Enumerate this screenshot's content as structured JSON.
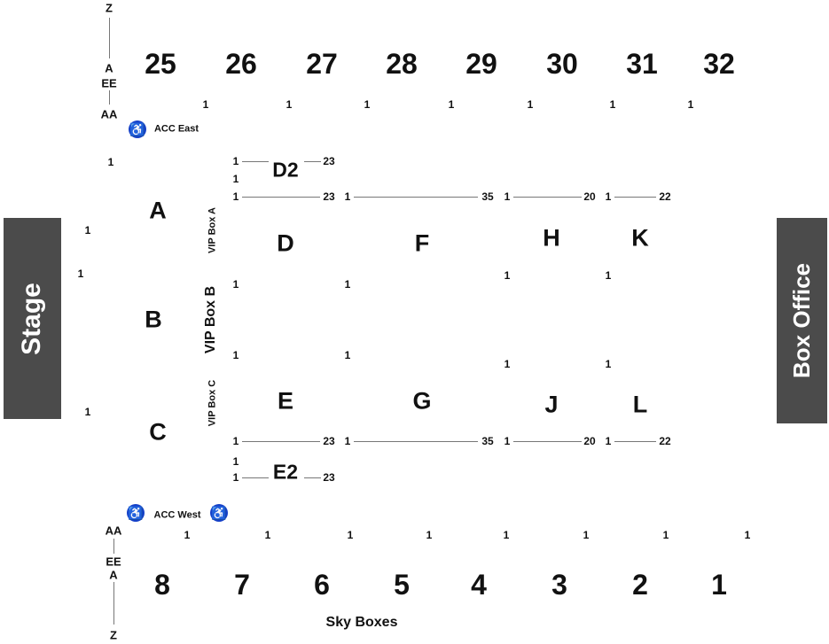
{
  "stage": "Stage",
  "box_office": "Box Office",
  "sky_boxes": "Sky Boxes",
  "acc_east": "ACC East",
  "acc_west": "ACC West",
  "top_sections": [
    "25",
    "26",
    "27",
    "28",
    "29",
    "30",
    "31",
    "32"
  ],
  "bottom_sections": [
    "8",
    "7",
    "6",
    "5",
    "4",
    "3",
    "2",
    "1"
  ],
  "ladder_top": [
    "Z",
    "A",
    "EE",
    "AA"
  ],
  "ladder_bottom": [
    "AA",
    "EE",
    "A",
    "Z"
  ],
  "floor_sections": {
    "A": "A",
    "B": "B",
    "C": "C",
    "D": "D",
    "F": "F",
    "H": "H",
    "K": "K",
    "E": "E",
    "G": "G",
    "J": "J",
    "L": "L",
    "D2": "D2",
    "E2": "E2"
  },
  "vip": {
    "a": "VIP Box A",
    "b": "VIP Box B",
    "c": "VIP Box C"
  },
  "seat_first": "1",
  "seat_ends": {
    "D": "23",
    "F": "35",
    "H": "20",
    "K": "22",
    "D2": "23",
    "E": "23",
    "G": "35",
    "J": "20",
    "L": "22",
    "E2": "23"
  },
  "accent": "#1440c8"
}
